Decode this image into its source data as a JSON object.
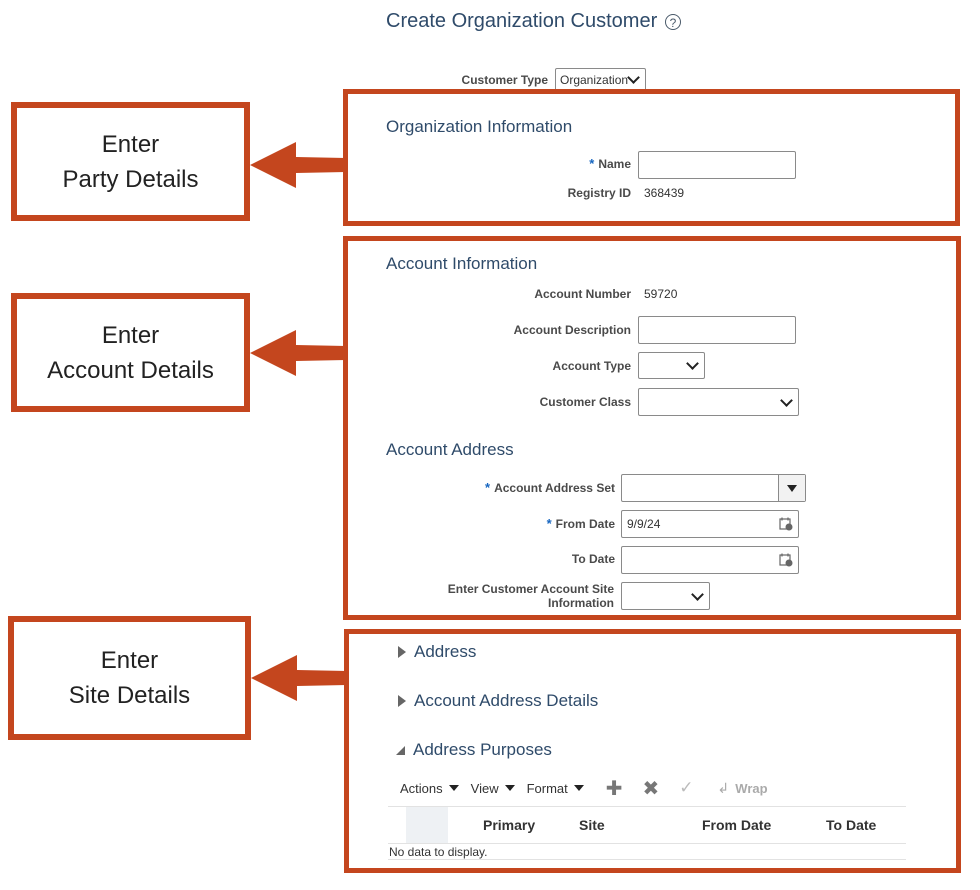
{
  "header": {
    "title": "Create Organization Customer",
    "help_icon": "question-circle-icon"
  },
  "customer_type": {
    "label": "Customer Type",
    "value": "Organization"
  },
  "organization": {
    "section_title": "Organization Information",
    "name_label": "Name",
    "name_value": "",
    "registry_label": "Registry ID",
    "registry_value": "368439"
  },
  "account": {
    "section_title": "Account Information",
    "number_label": "Account Number",
    "number_value": "59720",
    "description_label": "Account Description",
    "description_value": "",
    "type_label": "Account Type",
    "type_value": "",
    "class_label": "Customer Class",
    "class_value": ""
  },
  "address": {
    "section_title": "Account Address",
    "set_label": "Account Address Set",
    "set_value": "",
    "from_label": "From Date",
    "from_value": "9/9/24",
    "to_label": "To Date",
    "to_value": "",
    "site_info_label_1": "Enter Customer Account Site",
    "site_info_label_2": "Information",
    "site_info_value": ""
  },
  "site": {
    "address_header": "Address",
    "account_address_details_header": "Account Address Details",
    "address_purposes_header": "Address Purposes",
    "toolbar": {
      "actions": "Actions",
      "view": "View",
      "format": "Format",
      "wrap": "Wrap"
    },
    "columns": [
      "Primary",
      "Site",
      "From Date",
      "To Date"
    ],
    "empty_message": "No data to display."
  },
  "callouts": {
    "party": [
      "Enter",
      "Party Details"
    ],
    "account": [
      "Enter",
      "Account Details"
    ],
    "site": [
      "Enter",
      "Site Details"
    ]
  },
  "colors": {
    "accent_orange": "#c4461e",
    "heading_blue": "#2f4b6a",
    "required_blue": "#1565c0"
  }
}
